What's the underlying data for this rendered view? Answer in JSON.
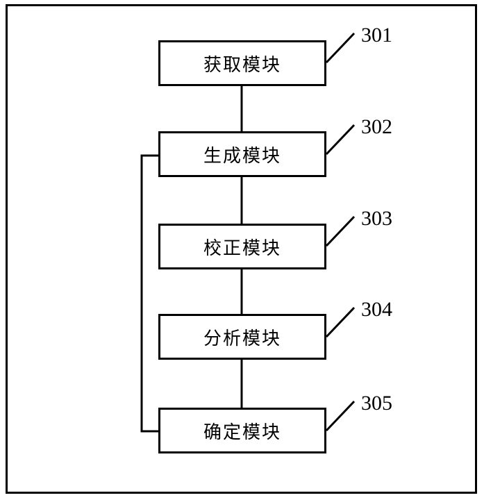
{
  "modules": [
    {
      "label": "获取模块",
      "ref": "301"
    },
    {
      "label": "生成模块",
      "ref": "302"
    },
    {
      "label": "校正模块",
      "ref": "303"
    },
    {
      "label": "分析模块",
      "ref": "304"
    },
    {
      "label": "确定模块",
      "ref": "305"
    }
  ]
}
